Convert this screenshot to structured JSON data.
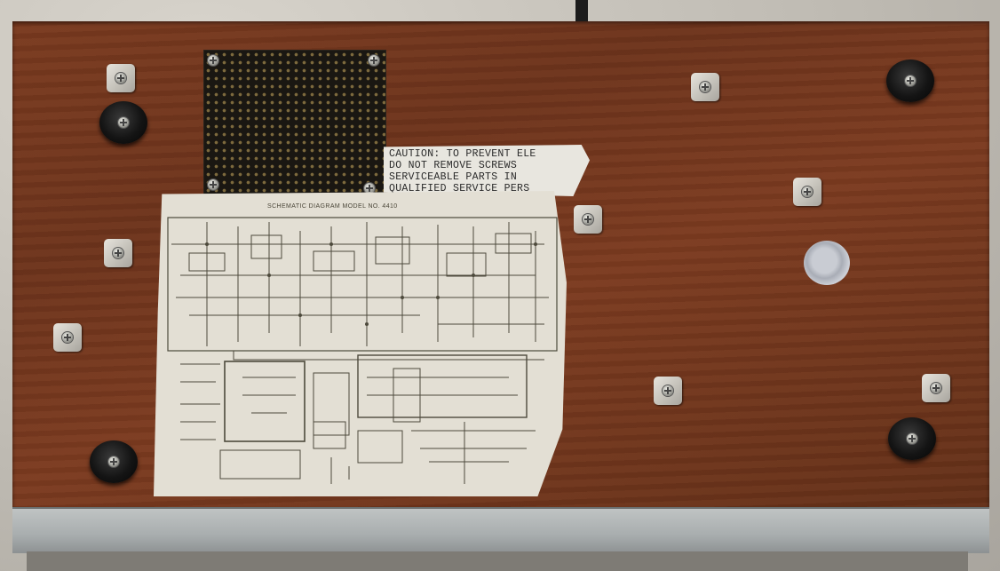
{
  "scene": "underside of an electronic device with schematic diagram sticker",
  "caution_label": {
    "lines": [
      "CAUTION: TO PREVENT ELE",
      "DO NOT REMOVE SCREWS",
      "SERVICEABLE PARTS IN",
      "QUALIFIED SERVICE PERS"
    ]
  },
  "schematic": {
    "title": "SCHEMATIC  DIAGRAM  MODEL  No. 4410"
  },
  "colors": {
    "wood": "#7a3a1f",
    "trim": "#a8adae",
    "paper": "#e3dfd4",
    "grille": "#1a1712"
  },
  "icons": [
    "screw-icon",
    "rubber-foot-icon",
    "mounting-clip-icon",
    "speaker-grille-icon",
    "grommet-icon"
  ]
}
